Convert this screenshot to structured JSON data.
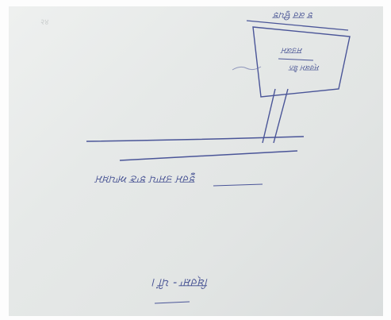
{
  "note": {
    "top_caption": "ਝ ਕਰ ਉਪਝ",
    "board_line1": "ਸਤਕਮ",
    "board_line2": "ਸ੍ਰਕਮ ਬੈਨ",
    "road_caption": "ਝੂਰਮ ਤਸਾਪ ਝਾਣ ਆਪਖ਼ਮ",
    "bottom_caption": "ਬ੍ਰਿਸ਼ਾ - ਪੀਂ।",
    "faint_top_left": "२४",
    "ink_color": "#3e4a8f",
    "paper_color": "#e6e9e8"
  }
}
